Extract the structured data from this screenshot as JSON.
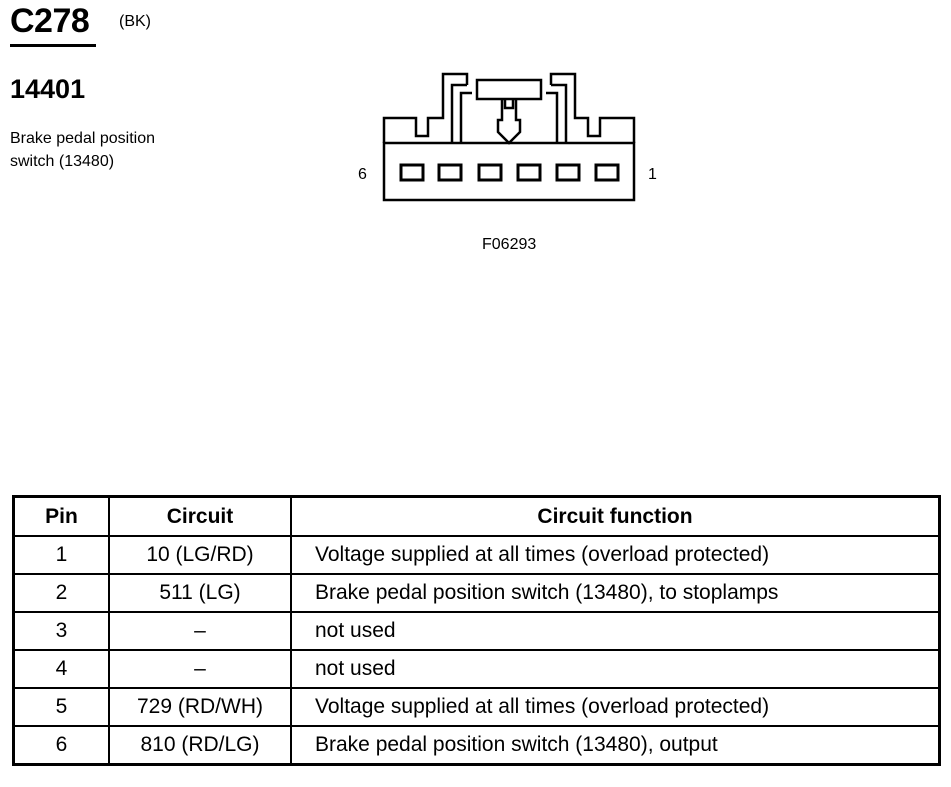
{
  "connector": {
    "id": "C278",
    "color": "(BK)",
    "part_number": "14401",
    "description_lines": [
      "Brake pedal position",
      "switch (13480)"
    ]
  },
  "diagram": {
    "left_pin_label": "6",
    "right_pin_label": "1",
    "pin_count": 6,
    "figure_id": "F06293"
  },
  "table": {
    "headers": {
      "pin": "Pin",
      "circuit": "Circuit",
      "function": "Circuit function"
    },
    "rows": [
      {
        "pin": "1",
        "circuit": "10 (LG/RD)",
        "function": "Voltage supplied at all times (overload protected)"
      },
      {
        "pin": "2",
        "circuit": "511 (LG)",
        "function": "Brake pedal position switch (13480), to stoplamps"
      },
      {
        "pin": "3",
        "circuit": "–",
        "function": "not used"
      },
      {
        "pin": "4",
        "circuit": "–",
        "function": "not used"
      },
      {
        "pin": "5",
        "circuit": "729 (RD/WH)",
        "function": "Voltage supplied at all times (overload protected)"
      },
      {
        "pin": "6",
        "circuit": "810 (RD/LG)",
        "function": "Brake pedal position switch (13480), output"
      }
    ]
  }
}
